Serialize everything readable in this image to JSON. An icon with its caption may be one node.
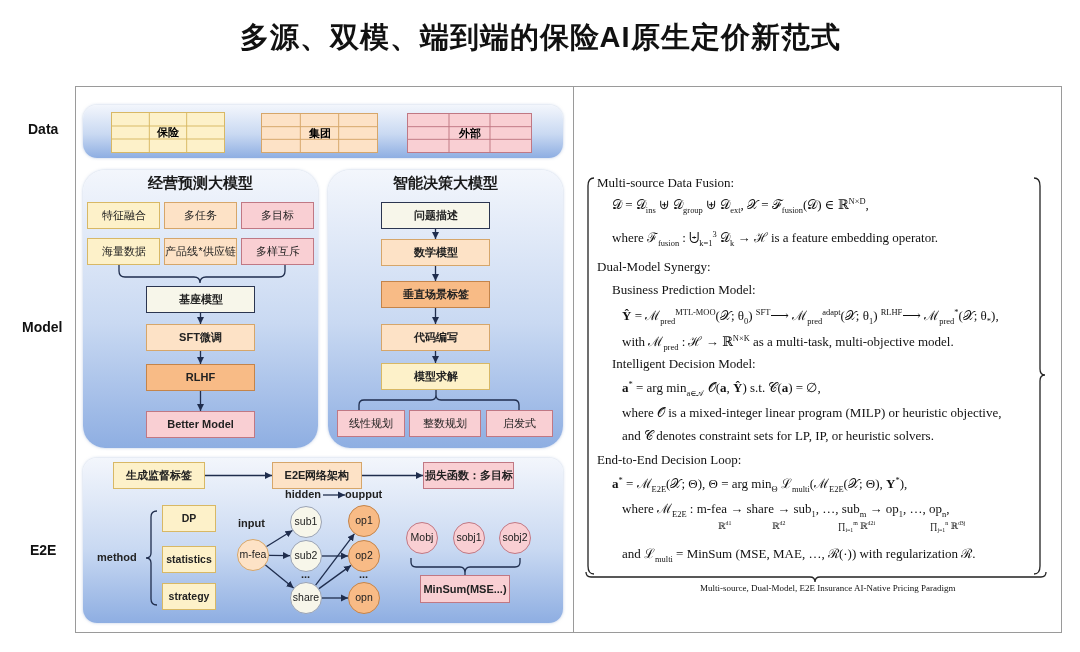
{
  "diagram": {
    "title": "多源、双模、端到端的保险AI原生定价新范式",
    "nodes": [
      {
        "text": [],
        "shape": "box"
      },
      {
        "text": [
          "保险"
        ],
        "in": 0
      },
      {
        "text": [
          "集团"
        ],
        "in": 0
      },
      {
        "text": [
          "外部"
        ],
        "in": 0
      },
      {
        "text": [
          "经营预测大模型"
        ]
      },
      {
        "text": [
          "特征融合"
        ],
        "in": 4
      },
      {
        "text": [
          "多任务"
        ],
        "in": 4
      },
      {
        "text": [
          "多目标"
        ],
        "in": 4
      },
      {
        "text": [
          "海量数据"
        ],
        "in": 4
      },
      {
        "text": [
          "产品线*供应链"
        ],
        "in": 4
      },
      {
        "text": [
          "多样互斥"
        ],
        "in": 4
      },
      {
        "text": [
          "基座模型"
        ],
        "in": 4
      },
      {
        "text": [
          "SFT微调"
        ],
        "in": 4
      },
      {
        "text": [
          "RLHF"
        ],
        "in": 4
      },
      {
        "text": [
          "Better Model"
        ],
        "in": 4
      },
      {
        "text": [
          "智能决策大模型"
        ]
      },
      {
        "text": [
          "问题描述"
        ],
        "in": 15
      },
      {
        "text": [
          "数学模型"
        ],
        "in": 15
      },
      {
        "text": [
          "垂直场景标签"
        ],
        "in": 15
      },
      {
        "text": [
          "代码编写"
        ],
        "in": 15
      },
      {
        "text": [
          "模型求解"
        ],
        "in": 15
      },
      {
        "text": [
          "线性规划"
        ],
        "in": 15
      },
      {
        "text": [
          "整数规划"
        ],
        "in": 15
      },
      {
        "text": [
          "启发式"
        ],
        "in": 15
      },
      {
        "text": [],
        "shape": "box"
      },
      {
        "text": [
          "生成监督标签"
        ],
        "in": 24
      },
      {
        "text": [
          "E2E网络架构"
        ],
        "in": 24
      },
      {
        "text": [
          "损失函数：多目标"
        ],
        "in": 24
      },
      {
        "text": [
          "DP"
        ],
        "in": 24
      },
      {
        "text": [
          "statistics"
        ],
        "in": 24
      },
      {
        "text": [
          "strategy"
        ],
        "in": 24
      },
      {
        "text": [
          "m-fea"
        ],
        "in": 24
      },
      {
        "text": [
          "sub1"
        ],
        "in": 24
      },
      {
        "text": [
          "sub2"
        ],
        "in": 24
      },
      {
        "text": [
          "share"
        ],
        "in": 24
      },
      {
        "text": [
          "op1"
        ],
        "in": 24
      },
      {
        "text": [
          "op2"
        ],
        "in": 24
      },
      {
        "text": [
          "opn"
        ],
        "in": 24
      },
      {
        "text": [
          "Mobj"
        ],
        "in": 24
      },
      {
        "text": [
          "sobj1"
        ],
        "in": 24
      },
      {
        "text": [
          "sobj2"
        ],
        "in": 24
      },
      {
        "text": [
          "MinSum(MSE...)"
        ],
        "in": 24
      },
      {
        "text": [
          "hidden"
        ],
        "in": 24
      },
      {
        "text": [
          "oupput"
        ],
        "in": 24
      }
    ],
    "edges": [
      {
        "from": 11,
        "to": 12,
        "arrow": "to"
      },
      {
        "from": 12,
        "to": 13,
        "arrow": "to"
      },
      {
        "from": 13,
        "to": 14,
        "arrow": "to"
      },
      {
        "from": 16,
        "to": 17,
        "arrow": "to"
      },
      {
        "from": 17,
        "to": 18,
        "arrow": "to"
      },
      {
        "from": 18,
        "to": 19,
        "arrow": "to"
      },
      {
        "from": 19,
        "to": 20,
        "arrow": "to"
      },
      {
        "from": 25,
        "to": 26,
        "arrow": "to"
      },
      {
        "from": 26,
        "to": 27,
        "arrow": "to"
      },
      {
        "from": 42,
        "to": 43,
        "arrow": "to"
      },
      {
        "from": 31,
        "to": 32,
        "arrow": "to"
      },
      {
        "from": 31,
        "to": 33,
        "arrow": "to"
      },
      {
        "from": 31,
        "to": 34,
        "arrow": "to"
      },
      {
        "from": 33,
        "to": 36,
        "arrow": "to"
      },
      {
        "from": 34,
        "to": 35,
        "arrow": "to"
      },
      {
        "from": 34,
        "to": 36,
        "arrow": "to"
      },
      {
        "from": 34,
        "to": 37,
        "arrow": "to"
      }
    ],
    "labels": [
      "Data",
      "Model",
      "method",
      "input",
      "...",
      "...",
      "E2E",
      "Multi-source Data Fusion:",
      "𝒟 = 𝒟$_{ins}$ ⊎ 𝒟$_{group}$ ⊎ 𝒟$_{ext}$,    𝒳 = ℱ$_{fusion}$(𝒟) ∈ ℝ$^{N×D}$,",
      "where ℱ$_{fusion}$ : ⨄$_{k=1}$$^{3}$ 𝒟$_{k}$ → ℋ is a feature embedding operator.",
      "Dual-Model Synergy:",
      "Business Prediction Model:",
      "**Ŷ** = ℳ$_{pred}$$^{MTL-MOO}$(𝒳; θ$_{0}$) $^{SFT}$⟶ ℳ$_{pred}$$^{adapt}$(𝒳; θ$_{1}$) $^{RLHF}$⟶ ℳ$_{pred}$$^{*}$(𝒳; θ$_{*}$),",
      "with ℳ$_{pred}$ : ℋ → ℝ$^{N×K}$ as a multi-task, multi-objective model.",
      "Intelligent Decision Model:",
      "**a**$^{*}$ = arg min$_{a∈𝒜}$ 𝒪(**a**, **Ŷ**)    s.t. 𝒞(**a**) = ∅,",
      "where 𝒪 is a mixed-integer linear program (MILP) or heuristic objective,",
      "and 𝒞 denotes constraint sets for LP, IP, or heuristic solvers.",
      "End-to-End Decision Loop:",
      "**a**$^{*}$ = ℳ$_{E2E}$(𝒳; Θ),    Θ = arg min$_{Θ}$ ℒ$_{multi}$(ℳ$_{E2E}$(𝒳; Θ), **Y**$^{*}$),",
      "where ℳ$_{E2E}$ : m-fea → share → sub$_{1}$, …, sub$_{m}$ → op$_{1}$, …, op$_{n}$,",
      "ℝ$^{d1}$",
      "ℝ$^{d2}$",
      "∏$_{i=1}$$^{m}$ ℝ$^{d2i}$",
      "∏$_{j=1}$$^{n}$ ℝ$^{d3j}$",
      "and ℒ$_{multi}$ = MinSum (MSE, MAE, …, ℛ(·)) with regularization ℛ.",
      "Multi-source, Dual-Model, E2E Insurance AI-Native Pricing Paradigm"
    ]
  }
}
